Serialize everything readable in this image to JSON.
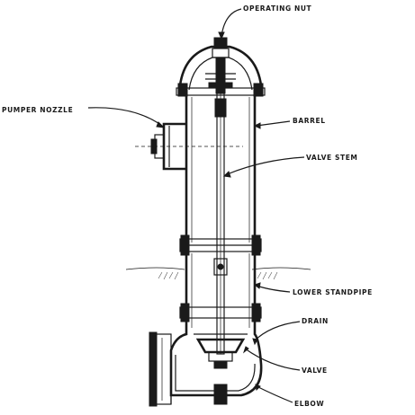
{
  "labels": {
    "operating_nut": "OPERATING NUT",
    "pumper_nozzle": "PUMPER NOZZLE",
    "barrel": "BARREL",
    "valve_stem": "VALVE STEM",
    "lower_standpipe": "LOWER STANDPIPE",
    "drain": "DRAIN",
    "valve": "VALVE",
    "elbow": "ELBOW"
  },
  "colors": {
    "ink": "#1a1a1a",
    "background": "#ffffff"
  }
}
